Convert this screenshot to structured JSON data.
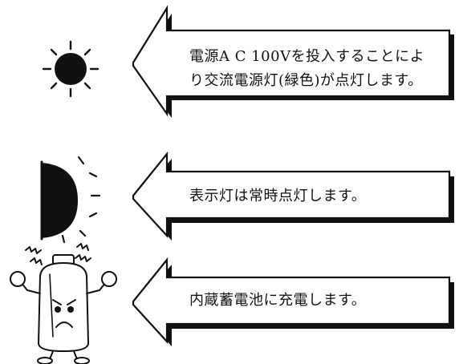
{
  "rows": [
    {
      "icon": "sun-icon",
      "lines": [
        "電源A C 100Vを投入することによ",
        "り交流電源灯(緑色)が点灯します。"
      ]
    },
    {
      "icon": "half-sun-lamp-icon",
      "lines": [
        "表示灯は常時点灯します。"
      ]
    },
    {
      "icon": "angry-battery-icon",
      "lines": [
        "内蔵蓄電池に充電します。"
      ]
    }
  ],
  "colors": {
    "ink": "#111111",
    "paper": "#ffffff"
  }
}
